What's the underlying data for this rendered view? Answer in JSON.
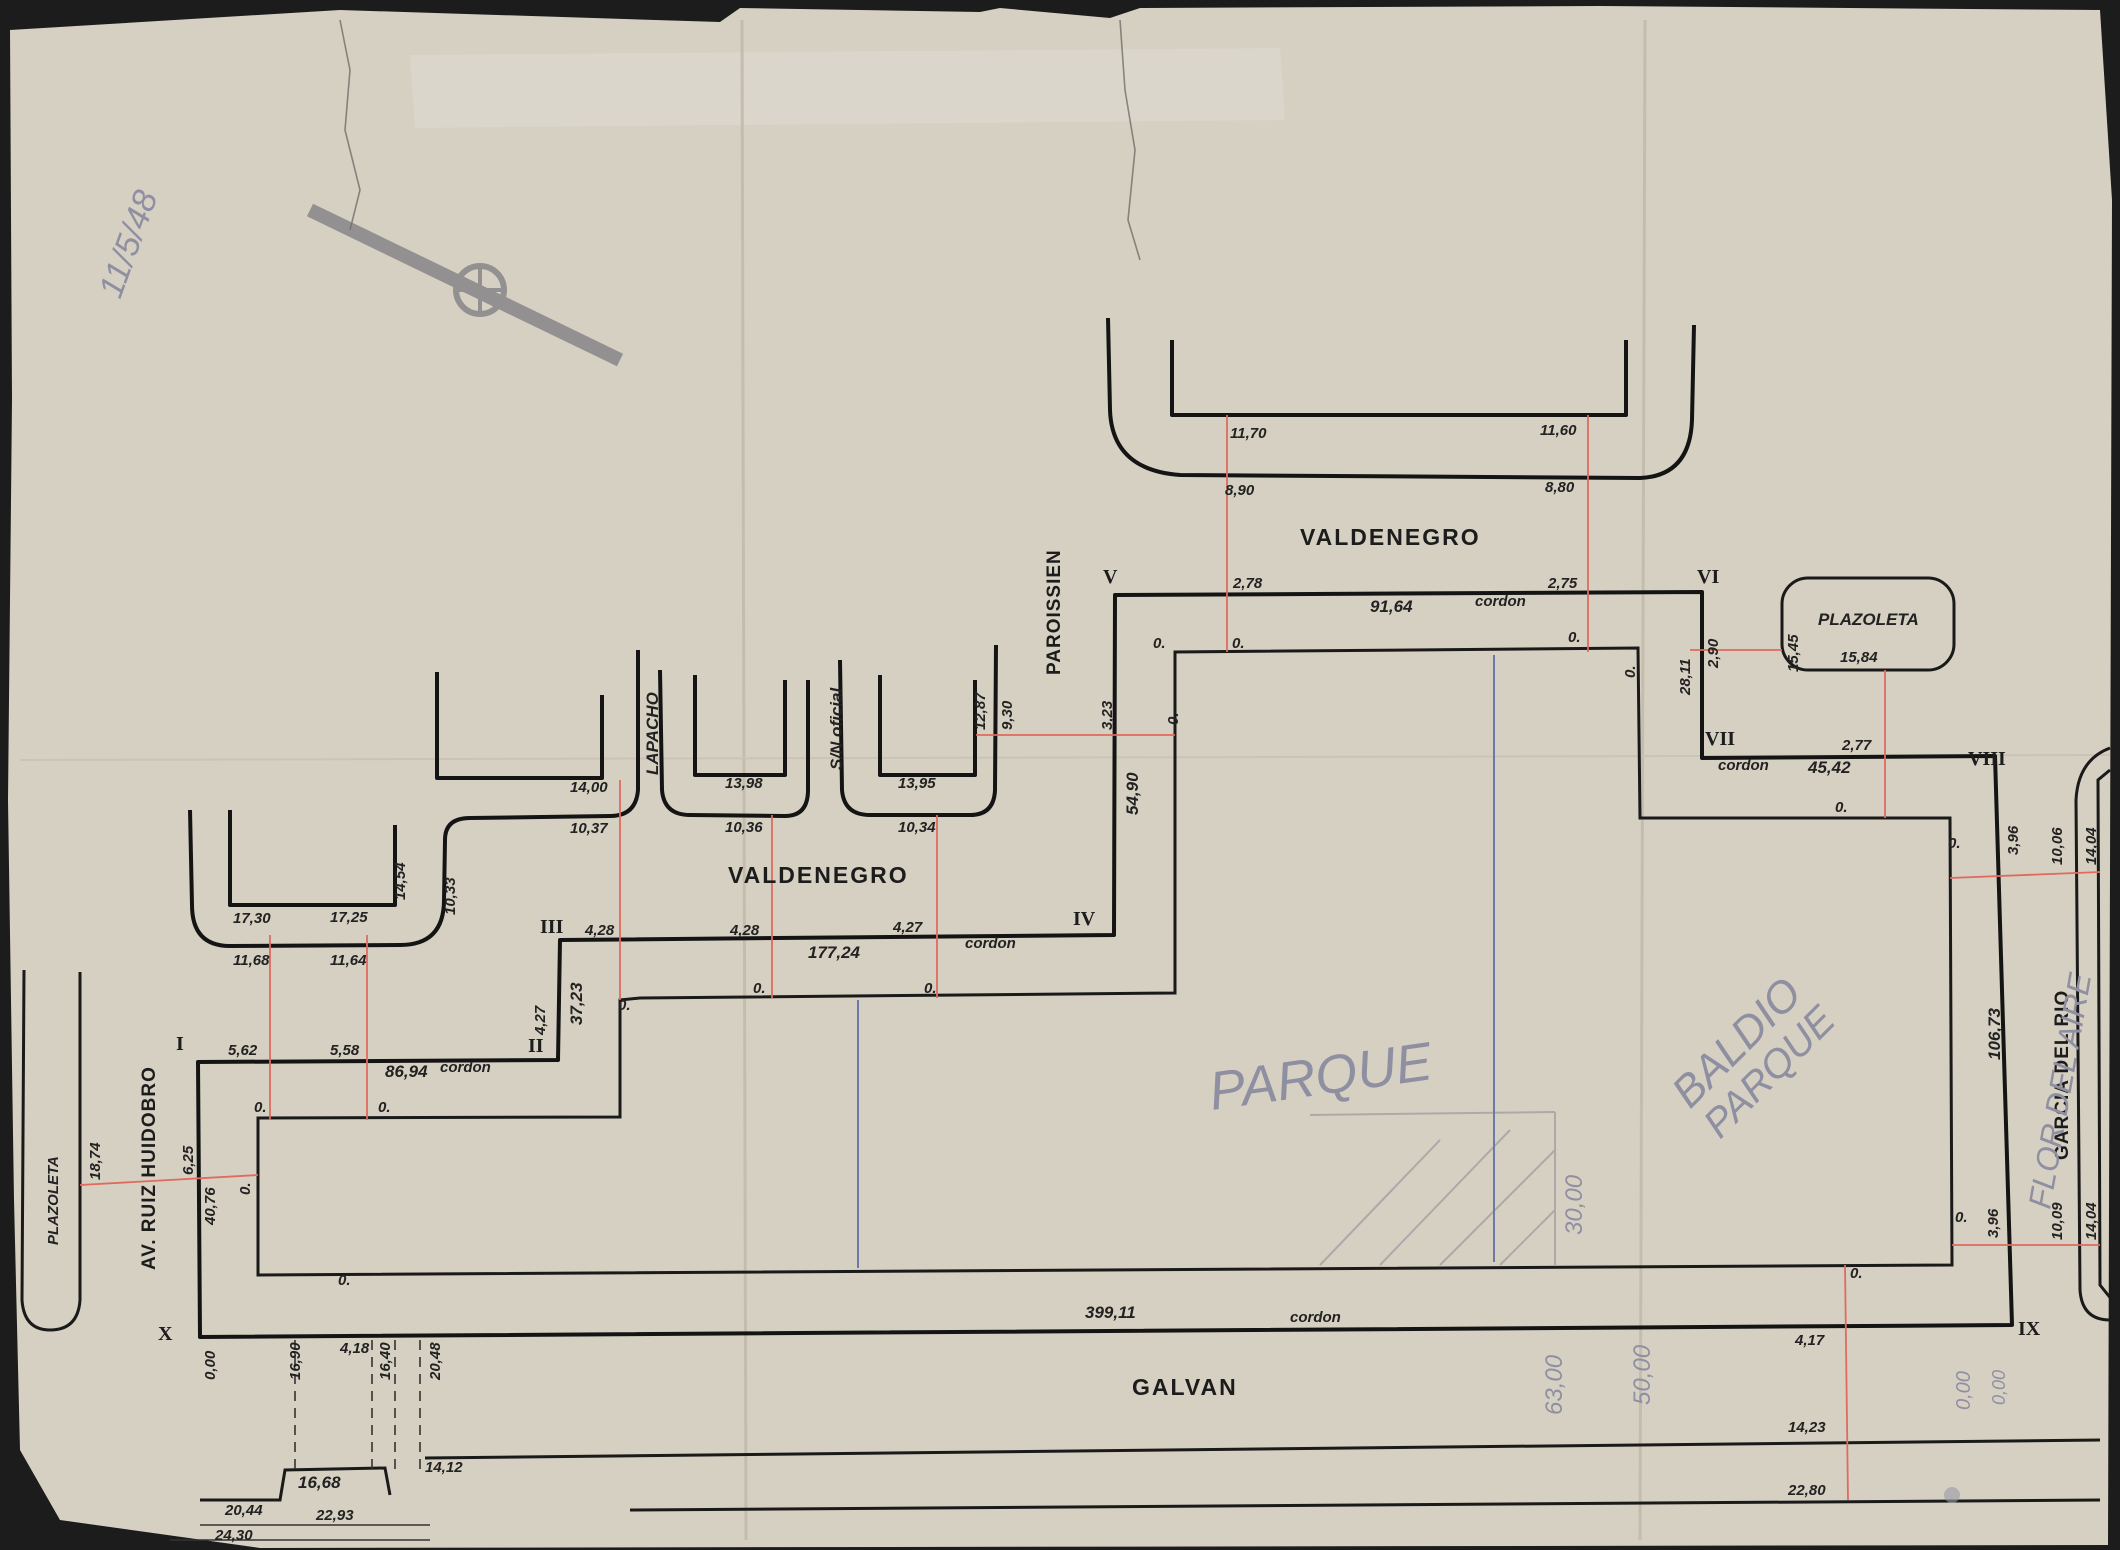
{
  "streets": {
    "valdenegro_top": "VALDENEGRO",
    "valdenegro_mid": "VALDENEGRO",
    "galvan": "GALVAN",
    "paroissien": "PAROISSIEN",
    "lapacho": "LAPACHO",
    "sn_oficial": "S/N oficial",
    "ruiz_huidobro": "AV. RUIZ HUIDOBRO",
    "garcia_del_rio": "GARCIA DEL RIO",
    "plazoleta_left": "PLAZOLETA",
    "plazoleta_right": "PLAZOLETA"
  },
  "vertices": [
    "I",
    "II",
    "III",
    "IV",
    "V",
    "VI",
    "VII",
    "VIII",
    "IX",
    "X"
  ],
  "perimeter": {
    "cordon_labels": [
      "cordon",
      "cordon",
      "cordon",
      "cordon",
      "cordon"
    ],
    "segments": [
      "86,94",
      "37,23",
      "177,24",
      "54,90",
      "91,64",
      "28,11",
      "45,42",
      "106,73",
      "399,11",
      "40,76"
    ]
  },
  "dimensions": {
    "levels_top_block": [
      "11,70",
      "11,60",
      "8,90",
      "8,80",
      "2,78",
      "2,75"
    ],
    "levels_middle": [
      "14,00",
      "10,37",
      "13,98",
      "10,36",
      "13,95",
      "10,34",
      "12,87",
      "9,30",
      "3,23"
    ],
    "levels_left": [
      "17,30",
      "17,25",
      "14,54",
      "10,33",
      "11,68",
      "11,64",
      "4,28",
      "4,28",
      "4,27",
      "4,27",
      "5,62",
      "5,58",
      "6,25"
    ],
    "levels_right": [
      "2,90",
      "15,45",
      "15,84",
      "2,77",
      "3,96",
      "10,06",
      "14,04",
      "3,96",
      "10,09",
      "14,04",
      "18,74"
    ],
    "levels_bottom": [
      "0,00",
      "16,90",
      "4,18",
      "16,40",
      "20,48",
      "4,17",
      "14,23",
      "22,80",
      "20,44",
      "16,68",
      "14,12",
      "22,93",
      "24,30",
      "0,00"
    ],
    "zero_marks": [
      "0.",
      "0.",
      "0.",
      "0.",
      "0.",
      "0.",
      "0.",
      "0.",
      "0.",
      "0.",
      "0.",
      "0.",
      "0.",
      "0.",
      "0.",
      "0."
    ]
  },
  "pencil_notes": {
    "parque": "PARQUE",
    "baldio": "BALDIO",
    "parque2": "PARQUE",
    "flor_del_aire": "FLOR DEL AIRE",
    "dim_30": "30,00",
    "dim_63": "63,00",
    "dim_50": "50,00",
    "dim_00": "0,00",
    "corner_note": "11/5/48"
  },
  "colors": {
    "paper": "#d6d0c2",
    "ink": "#141414",
    "red_lines": "#e06a5e",
    "pencil": "#8f8fa2"
  }
}
